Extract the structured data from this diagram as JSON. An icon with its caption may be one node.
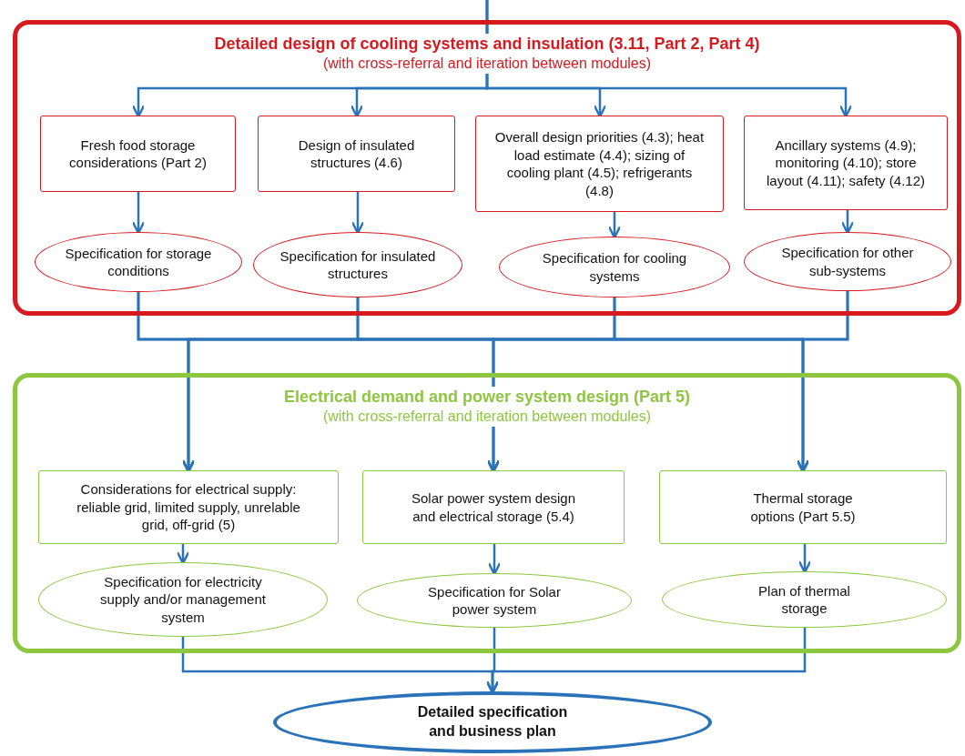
{
  "diagram": {
    "nodes": [
      {
        "text": [
          "Detailed design of cooling systems and insulation (3.11, Part 2, Part 4)",
          "(with cross-referral and iteration between modules)"
        ]
      },
      {
        "text": [
          "Fresh food storage considerations (Part 2)"
        ],
        "in": 0
      },
      {
        "text": [
          "Design of insulated structures (4.6)"
        ],
        "in": 0
      },
      {
        "text": [
          "Overall design priorities (4.3); heat load estimate (4.4); sizing of cooling plant (4.5); refrigerants (4.8)"
        ],
        "in": 0
      },
      {
        "text": [
          "Ancillary systems (4.9); monitoring (4.10); store layout (4.11); safety (4.12)"
        ],
        "in": 0
      },
      {
        "text": [
          "Specification for storage conditions"
        ],
        "in": 0
      },
      {
        "text": [
          "Specification for insulated structures"
        ],
        "in": 0
      },
      {
        "text": [
          "Specification for cooling systems"
        ],
        "in": 0
      },
      {
        "text": [
          "Specification for other sub-systems"
        ],
        "in": 0
      },
      {
        "text": [
          "Electrical demand and power system design (Part 5)",
          "(with cross-referral and iteration between modules)"
        ]
      },
      {
        "text": [
          "Considerations for electrical supply: reliable grid, limited supply, unrelable grid, off-grid (5)"
        ],
        "in": 9
      },
      {
        "text": [
          "Solar power system design and electrical storage (5.4)"
        ],
        "in": 9
      },
      {
        "text": [
          "Thermal storage options (Part 5.5)"
        ],
        "in": 9
      },
      {
        "text": [
          "Specification for electricity supply and/or management system"
        ],
        "in": 9
      },
      {
        "text": [
          "Specification for Solar power system"
        ],
        "in": 9
      },
      {
        "text": [
          "Plan of thermal storage"
        ],
        "in": 9
      },
      {
        "text": [
          "Detailed specification and business plan"
        ]
      }
    ],
    "edges": [
      {
        "from": null,
        "to": 1,
        "arrow": "to"
      },
      {
        "from": null,
        "to": 2,
        "arrow": "to"
      },
      {
        "from": null,
        "to": 3,
        "arrow": "to"
      },
      {
        "from": null,
        "to": 4,
        "arrow": "to"
      },
      {
        "from": 1,
        "to": 5,
        "arrow": "to"
      },
      {
        "from": 2,
        "to": 6,
        "arrow": "to"
      },
      {
        "from": 3,
        "to": 7,
        "arrow": "to"
      },
      {
        "from": 4,
        "to": 8,
        "arrow": "to"
      },
      {
        "from": 5,
        "to": 10,
        "arrow": "to"
      },
      {
        "from": 5,
        "to": 11,
        "arrow": "to"
      },
      {
        "from": 5,
        "to": 12,
        "arrow": "to"
      },
      {
        "from": 6,
        "to": 10,
        "arrow": "to"
      },
      {
        "from": 6,
        "to": 11,
        "arrow": "to"
      },
      {
        "from": 6,
        "to": 12,
        "arrow": "to"
      },
      {
        "from": 7,
        "to": 10,
        "arrow": "to"
      },
      {
        "from": 7,
        "to": 11,
        "arrow": "to"
      },
      {
        "from": 7,
        "to": 12,
        "arrow": "to"
      },
      {
        "from": 8,
        "to": 10,
        "arrow": "to"
      },
      {
        "from": 8,
        "to": 11,
        "arrow": "to"
      },
      {
        "from": 8,
        "to": 12,
        "arrow": "to"
      },
      {
        "from": 10,
        "to": 13,
        "arrow": "to"
      },
      {
        "from": 11,
        "to": 14,
        "arrow": "to"
      },
      {
        "from": 12,
        "to": 15,
        "arrow": "to"
      },
      {
        "from": 13,
        "to": 16,
        "arrow": "to"
      },
      {
        "from": 14,
        "to": 16,
        "arrow": "to"
      },
      {
        "from": 15,
        "to": 16,
        "arrow": "to"
      }
    ]
  }
}
